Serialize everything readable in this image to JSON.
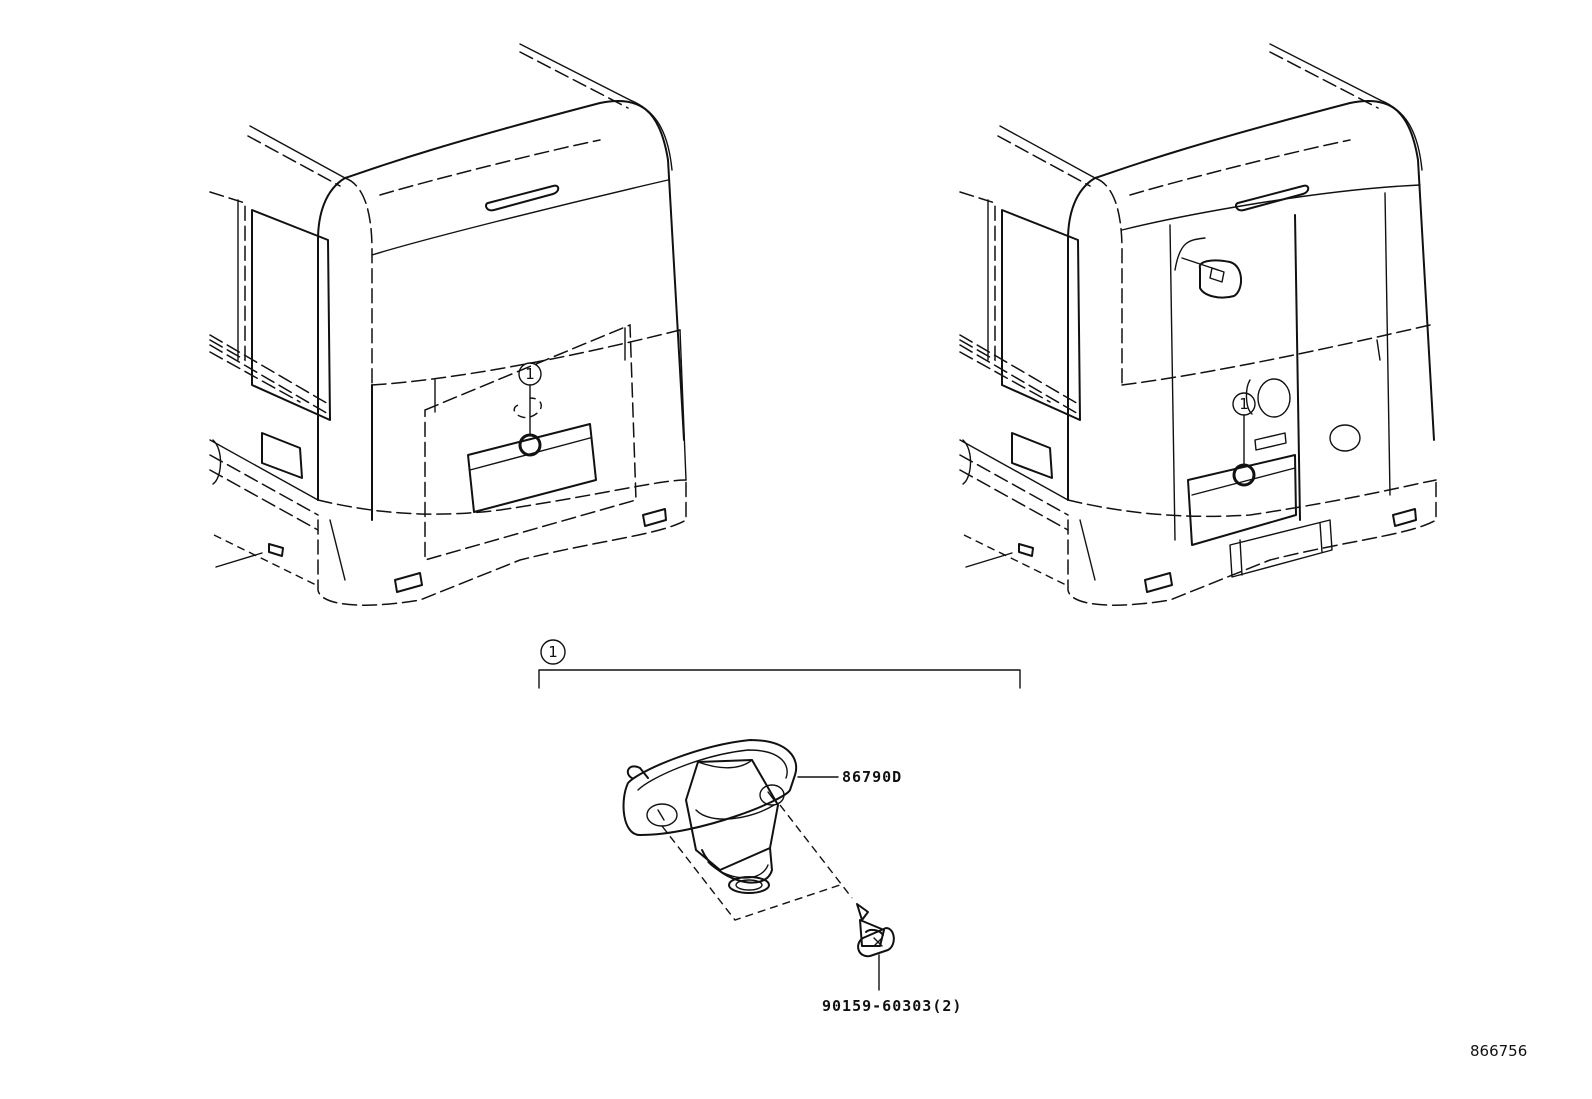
{
  "callouts": {
    "left_view": "1",
    "right_view": "1",
    "assembly": "1"
  },
  "parts": {
    "camera": "86790D",
    "screw": "90159-60303(2)"
  },
  "illustration_id": "866756"
}
